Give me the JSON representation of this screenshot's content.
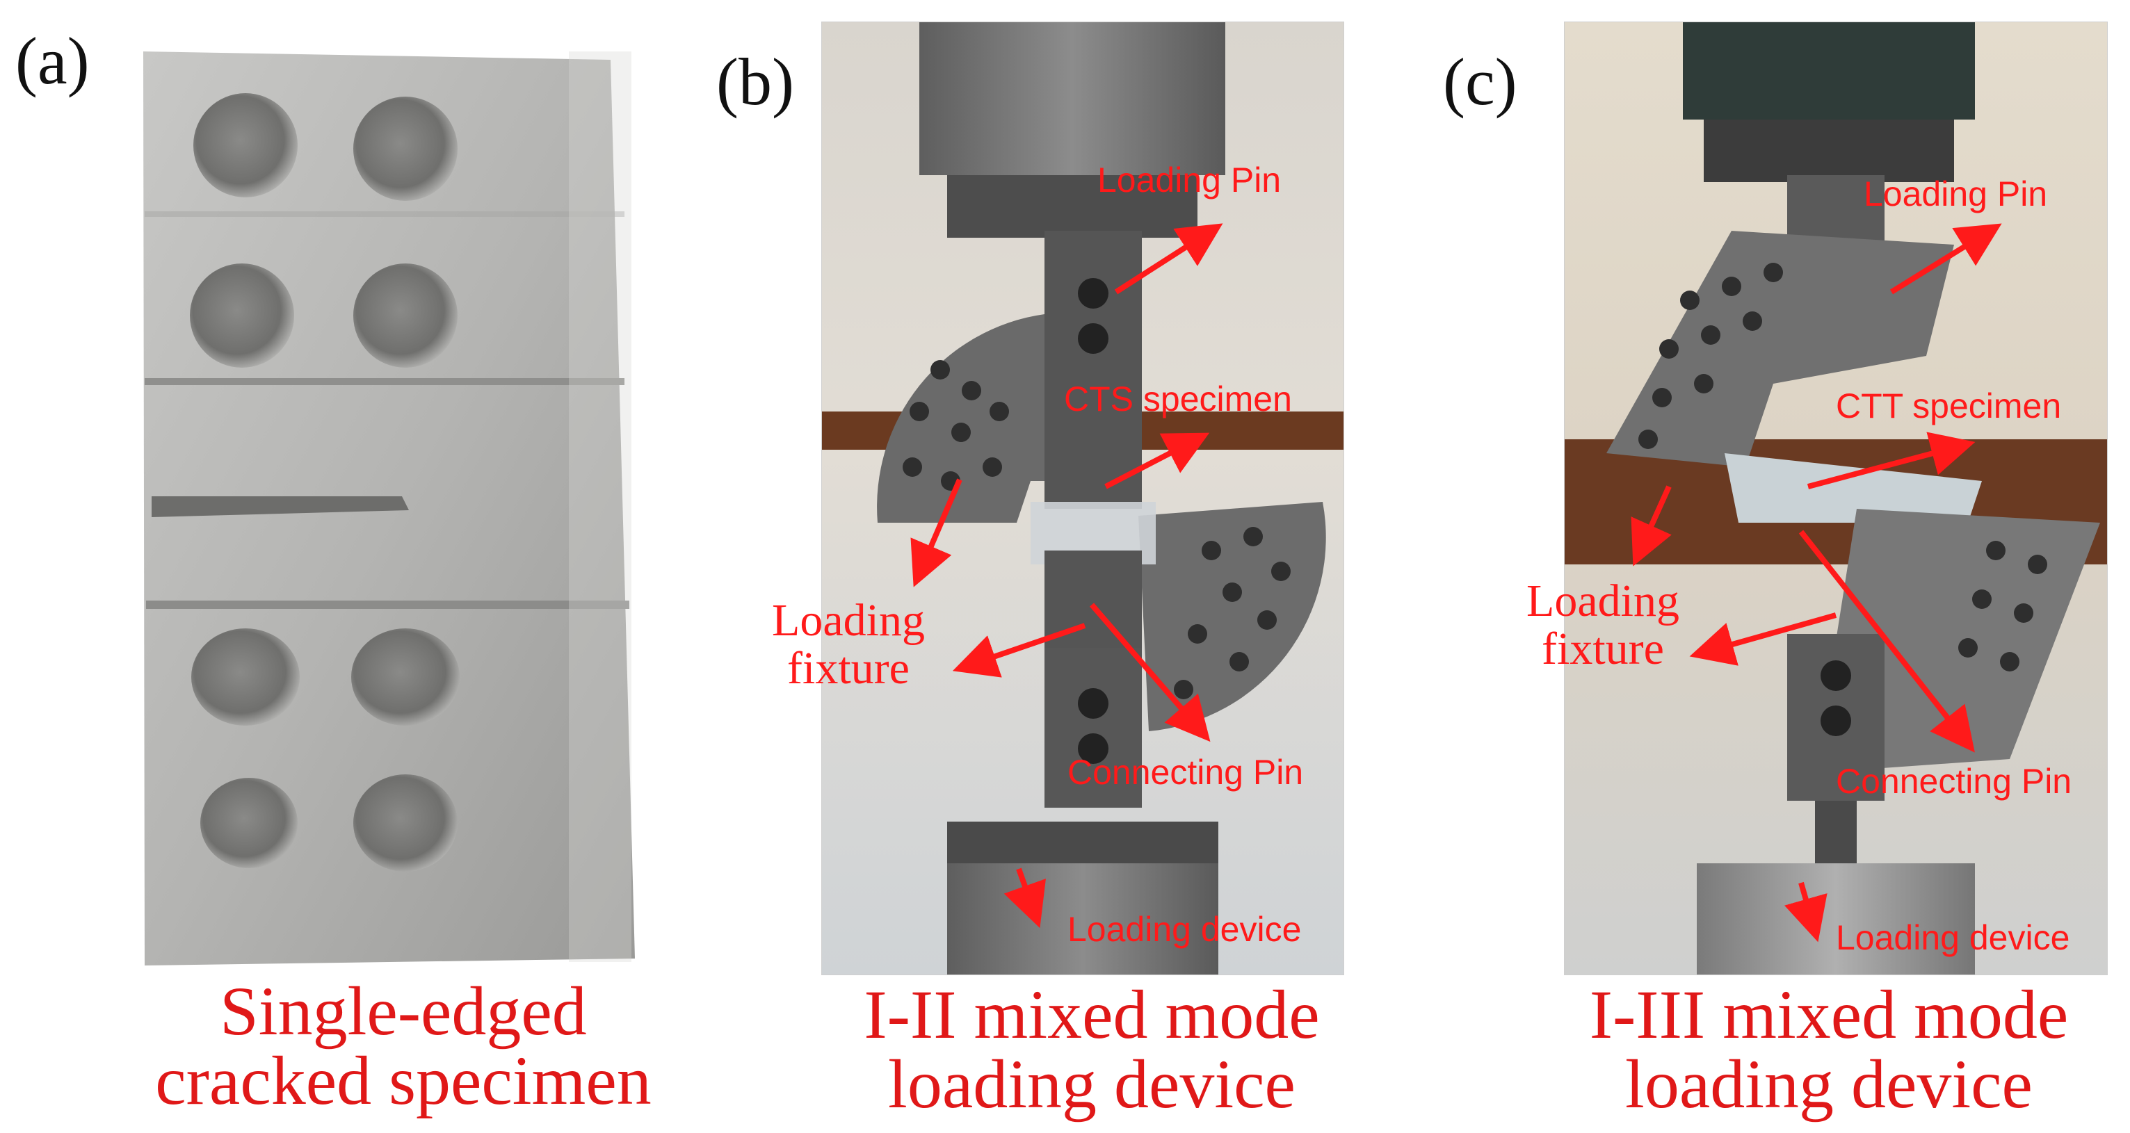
{
  "panels": {
    "a": {
      "letter": "(a)",
      "caption_line1": "Single-edged",
      "caption_line2": "cracked specimen"
    },
    "b": {
      "letter": "(b)",
      "caption_line1": "I-II mixed mode",
      "caption_line2": "loading device",
      "labels": {
        "loading_pin": "Loading Pin",
        "specimen": "CTS specimen",
        "loading_fixture_line1": "Loading",
        "loading_fixture_line2": "fixture",
        "connecting_pin": "Connecting Pin",
        "loading_device": "Loading device"
      }
    },
    "c": {
      "letter": "(c)",
      "caption_line1": "I-III mixed mode",
      "caption_line2": "loading device",
      "labels": {
        "loading_pin": "Loading Pin",
        "specimen": "CTT specimen",
        "loading_fixture_line1": "Loading",
        "loading_fixture_line2": "fixture",
        "connecting_pin": "Connecting Pin",
        "loading_device": "Loading device"
      }
    }
  },
  "colors": {
    "annotation": "#ff1a1a",
    "caption": "#e01818"
  }
}
